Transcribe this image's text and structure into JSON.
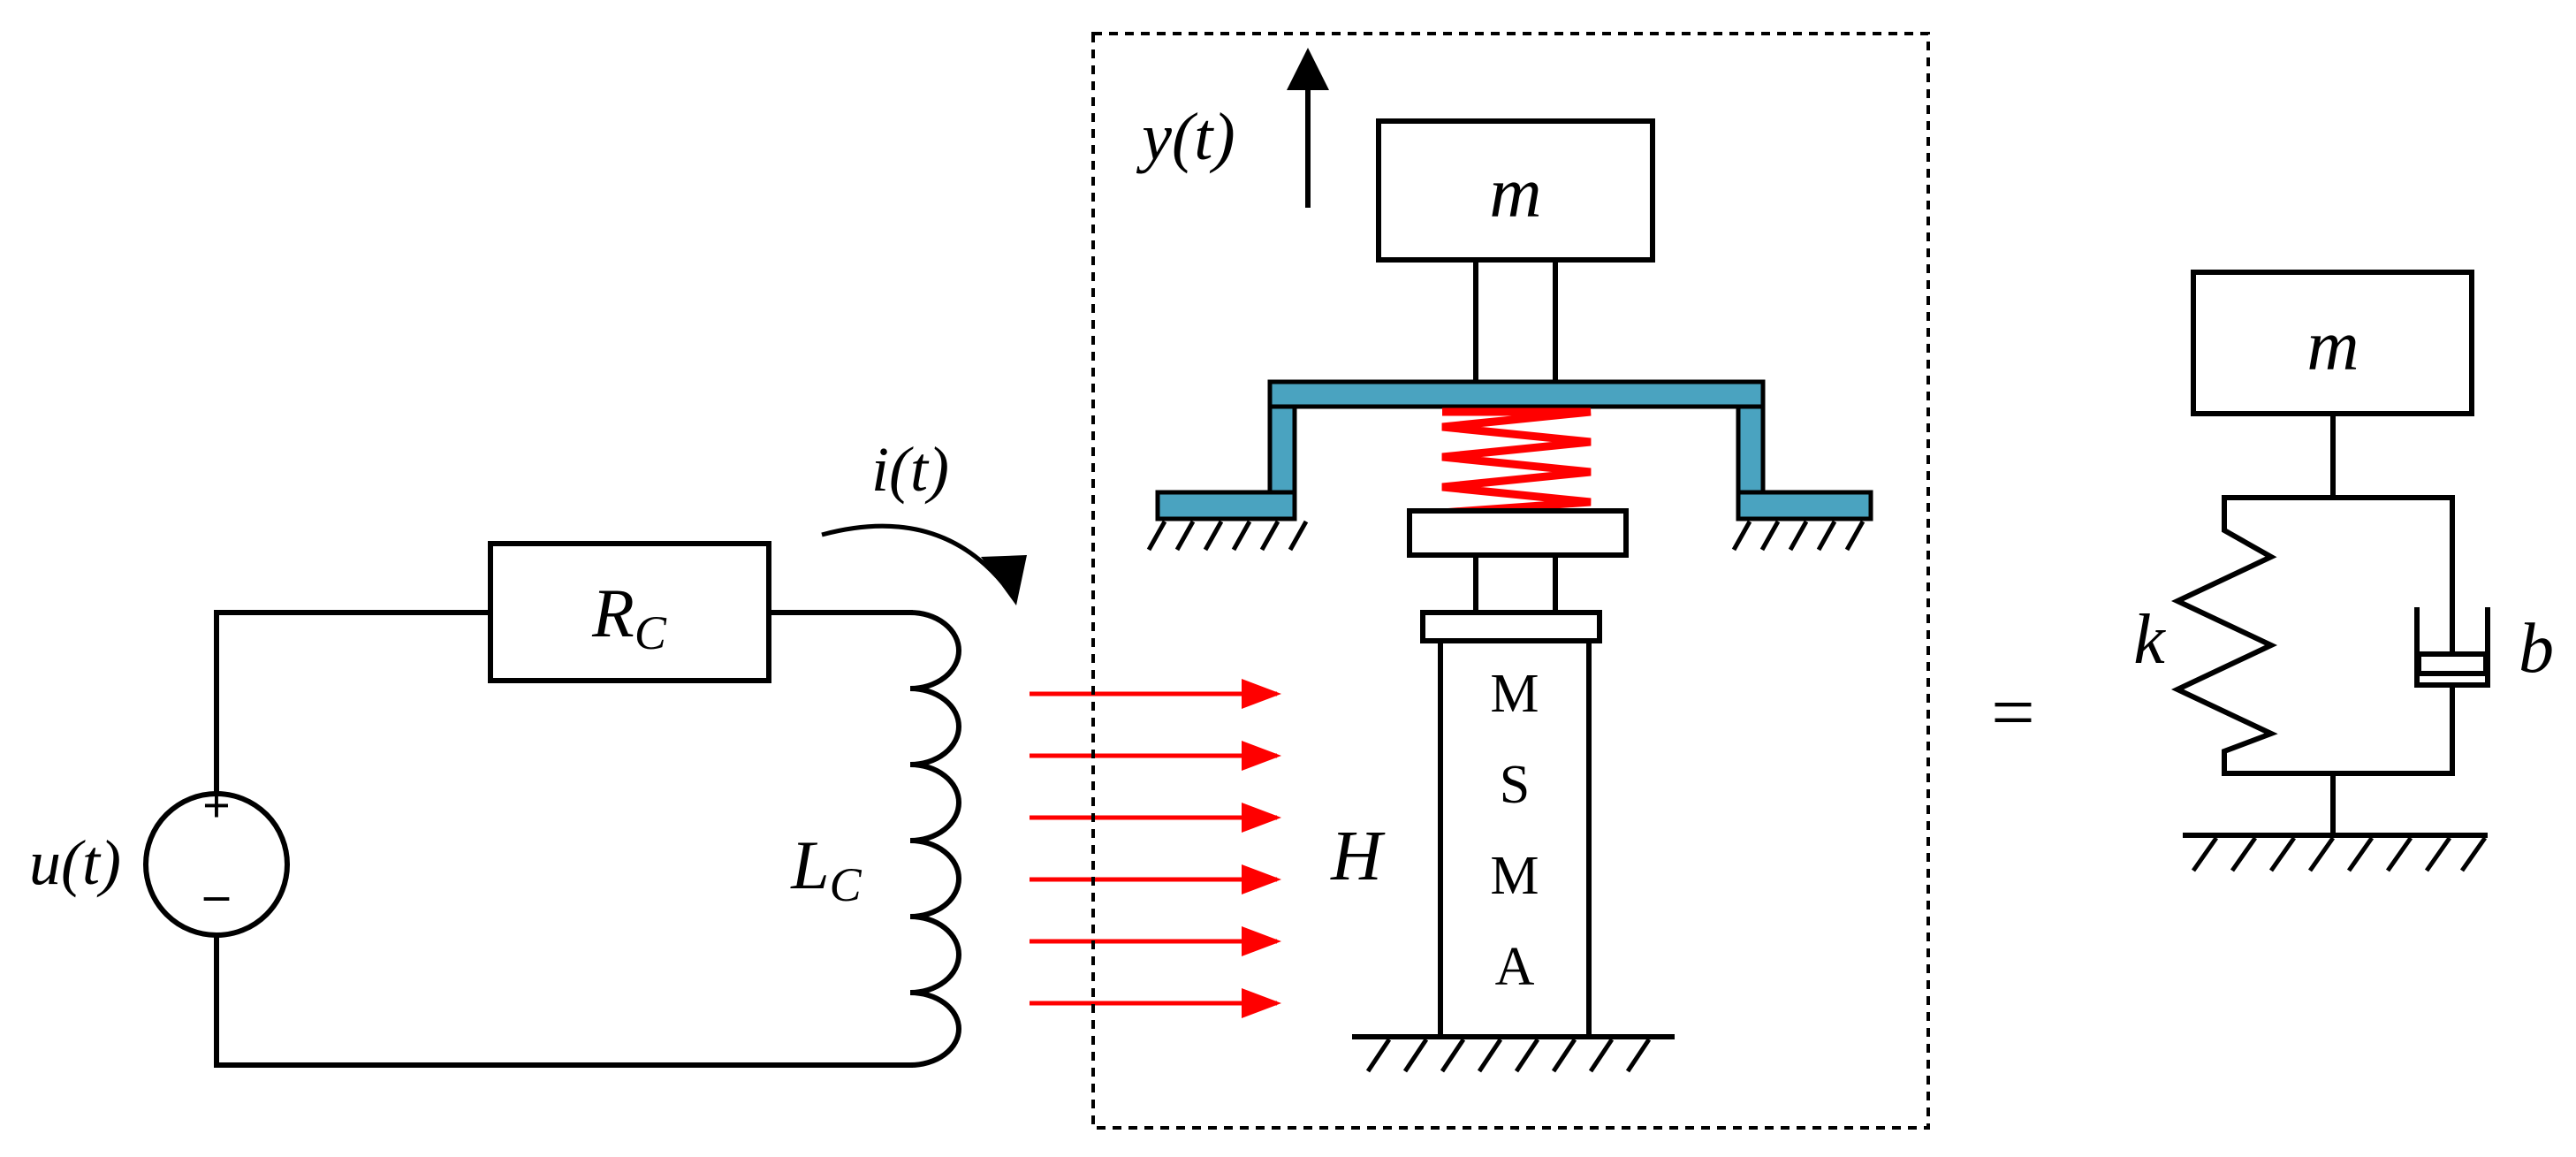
{
  "colors": {
    "stroke": "#000000",
    "field_arrows": "#ff0000",
    "spring_coil": "#ff0000",
    "frame": "#4aa3c0",
    "background": "#ffffff"
  },
  "circuit": {
    "source_label": "u(t)",
    "source_plus": "+",
    "source_minus": "–",
    "resistor_main": "R",
    "resistor_sub": "C",
    "inductor_main": "L",
    "inductor_sub": "C",
    "current_label": "i(t)"
  },
  "field": {
    "label": "H",
    "arrow_count": 6
  },
  "actuator": {
    "displacement_label": "y(t)",
    "mass_label": "m",
    "msma_letters": [
      "M",
      "S",
      "M",
      "A"
    ]
  },
  "equivalent": {
    "equals_sign": "=",
    "mass_label": "m",
    "spring_label": "k",
    "damper_label": "b"
  }
}
